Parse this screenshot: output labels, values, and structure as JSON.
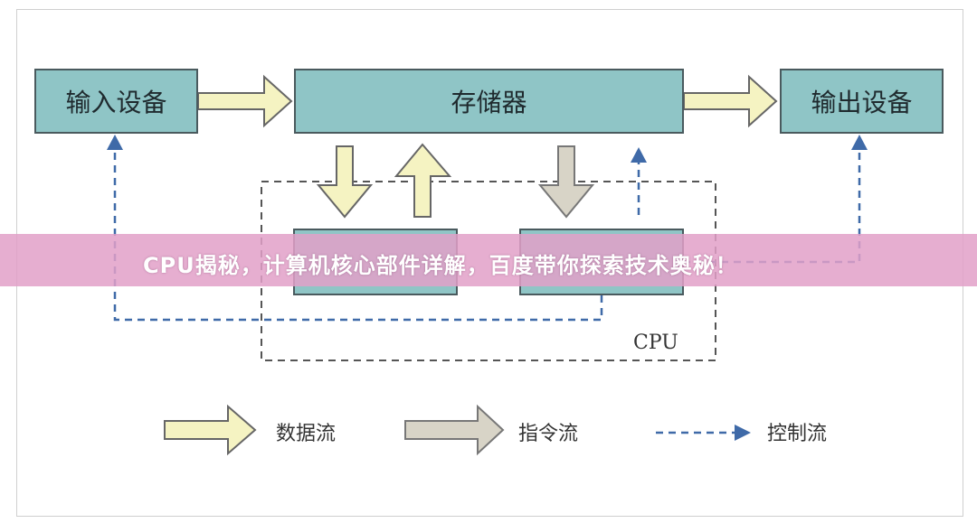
{
  "diagram": {
    "input_device": "输入设备",
    "memory": "存储器",
    "output_device": "输出设备",
    "cpu_label": "CPU"
  },
  "legend": {
    "data_flow": "数据流",
    "instruction_flow": "指令流",
    "control_flow": "控制流"
  },
  "banner": {
    "text": "CPU揭秘，计算机核心部件详解，百度带你探索技术奥秘！"
  },
  "colors": {
    "box_fill": "#8fc5c6",
    "data_arrow": "#f5f3c2",
    "instruction_arrow": "#d8d4c7",
    "control_line": "#3f6aa8",
    "banner": "#e2a0c8"
  }
}
